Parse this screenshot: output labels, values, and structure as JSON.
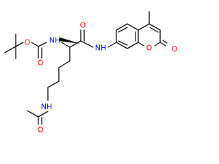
{
  "molecule": {
    "atoms": {
      "boc_O_ether": "O",
      "boc_O_carbonyl": "O",
      "alpha_NH": "NH",
      "amide_O": "O",
      "amide_NH": "NH",
      "ring_O": "O",
      "lactone_O": "O",
      "side_NH": "NH",
      "acetyl_O": "O"
    },
    "colors": {
      "hetero": "#ff0000",
      "nitrogen": "#0000ff",
      "bond": "#000000"
    }
  }
}
